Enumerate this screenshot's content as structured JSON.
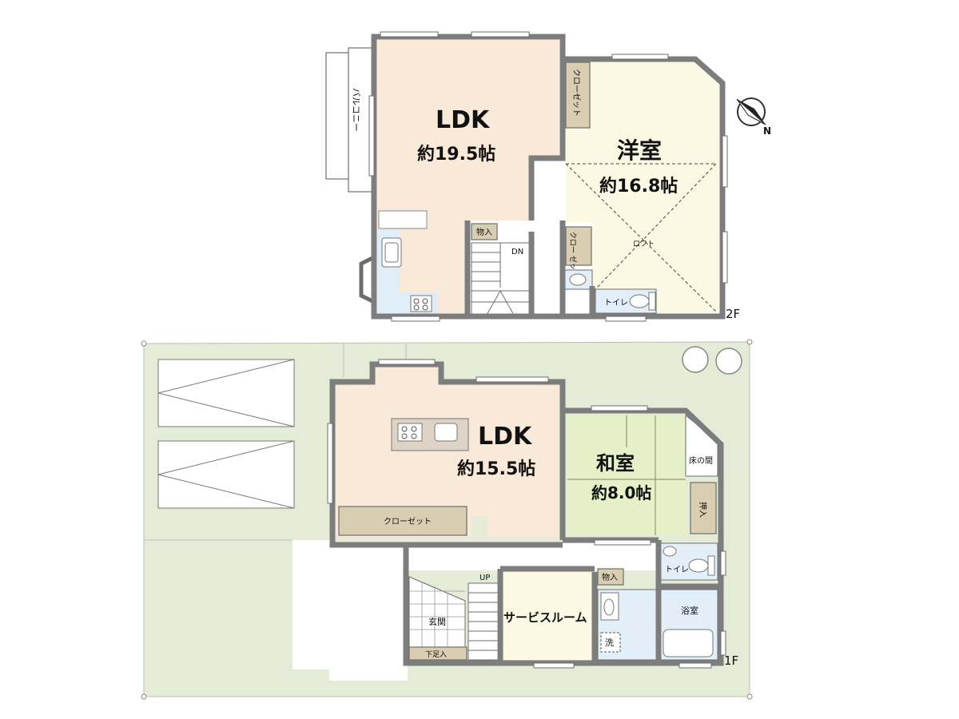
{
  "floor2": {
    "floor_label": "2F",
    "ldk_name": "LDK",
    "ldk_area": "約19.5帖",
    "western_name": "洋室",
    "western_area": "約16.8帖",
    "balcony": "バルコニー",
    "closet_upper": "クローゼット",
    "closet_small": "クロー ゼット",
    "storage": "物入",
    "stairs_down": "DN",
    "loft": "ロフト",
    "toilet": "トイレ",
    "compass": "N"
  },
  "floor1": {
    "floor_label": "1F",
    "ldk_name": "LDK",
    "ldk_area": "約15.5帖",
    "japanese_name": "和室",
    "japanese_area": "約8.0帖",
    "tokonoma": "床の間",
    "oshiire": "押入",
    "closet": "クローゼット",
    "storage": "物入",
    "toilet": "トイレ",
    "stairs_up": "UP",
    "entrance": "玄関",
    "shoe_box": "下足入",
    "service_room": "サービスルーム",
    "washer": "洗",
    "bath": "浴室"
  },
  "colors": {
    "ldk": "#f9e9d8",
    "western": "#fbf9e3",
    "japanese": "#e5efc8",
    "kitchen": "#deedf7",
    "water": "#e2eef8",
    "closet": "#d9cdb2",
    "yard": "#e4ecd7",
    "wall": "#7d7d7d"
  }
}
